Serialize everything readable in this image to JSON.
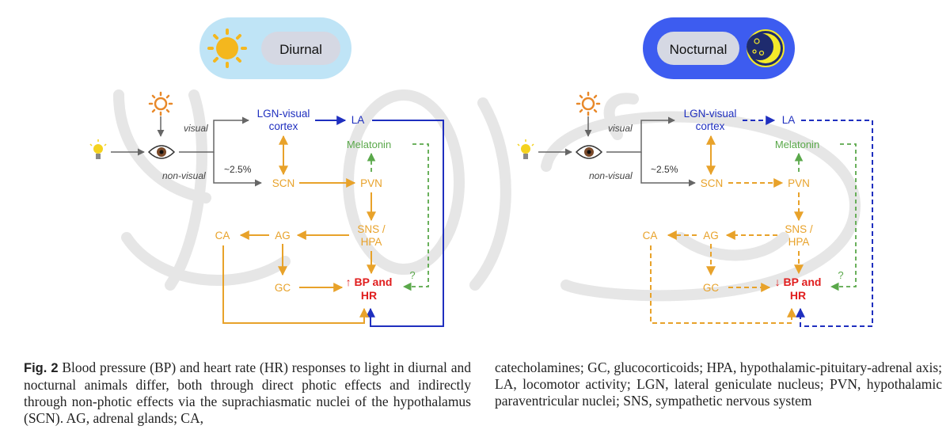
{
  "panels": {
    "diurnal": {
      "title": "Diurnal",
      "visual": "visual",
      "non_visual": "non-visual",
      "percent": "~2.5%",
      "lgn_line1": "LGN-visual",
      "lgn_line2": "cortex",
      "la": "LA",
      "melatonin": "Melatonin",
      "scn": "SCN",
      "pvn": "PVN",
      "sns_line1": "SNS /",
      "sns_line2": "HPA",
      "ag": "AG",
      "ca": "CA",
      "gc": "GC",
      "bp_line1": "↑ BP and",
      "bp_line2": "HR",
      "question": "?"
    },
    "nocturnal": {
      "title": "Nocturnal",
      "visual": "visual",
      "non_visual": "non-visual",
      "percent": "~2.5%",
      "lgn_line1": "LGN-visual",
      "lgn_line2": "cortex",
      "la": "LA",
      "melatonin": "Melatonin",
      "scn": "SCN",
      "pvn": "PVN",
      "sns_line1": "SNS /",
      "sns_line2": "HPA",
      "ag": "AG",
      "ca": "CA",
      "gc": "GC",
      "bp_line1": "↓ BP and",
      "bp_line2": "HR",
      "question": "?"
    }
  },
  "caption": {
    "label": "Fig. 2",
    "left_text": "Blood pressure (BP) and heart rate (HR) responses to light in diurnal and nocturnal animals differ, both through direct photic effects and indirectly through non-photic effects via the suprachiasmatic nuclei of the hypothalamus (SCN). AG, adrenal glands; CA,",
    "right_text": "catecholamines; GC, glucocorticoids; HPA, hypothalamic-pituitary-adrenal axis; LA, locomotor activity; LGN, lateral geniculate nucleus; PVN, hypothalamic paraventricular nuclei; SNS, sympathetic nervous system"
  },
  "colors": {
    "orange": "#e8a22a",
    "blue": "#1f2fbf",
    "green": "#5aa84a",
    "red": "#e01e1e",
    "gray": "#666666",
    "diurnal_pill": "#bfe4f6",
    "nocturnal_pill": "#3d5cf0"
  },
  "icons": [
    "sun-icon",
    "moon-icon",
    "light-bulb-icon",
    "eye-icon"
  ]
}
